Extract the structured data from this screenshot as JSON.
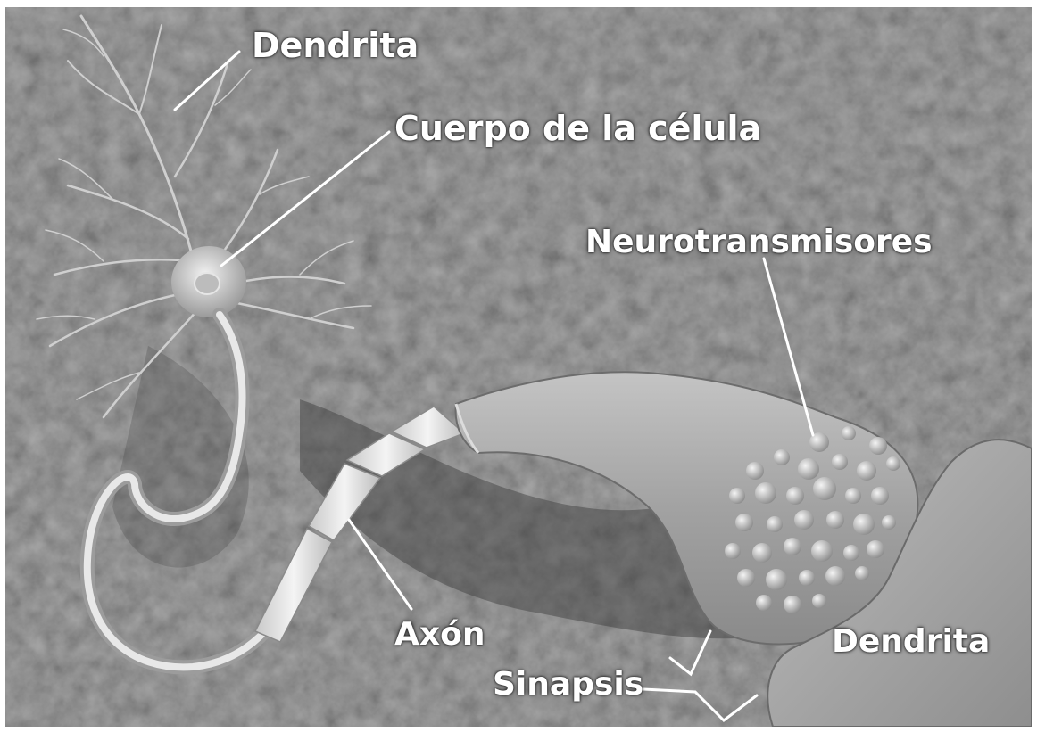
{
  "labels": {
    "dendrite_top": "Dendrita",
    "cell_body": "Cuerpo de la célula",
    "neurotransmitters": "Neurotransmisores",
    "axon": "Axón",
    "dendrite_bottom": "Dendrita",
    "synapse": "Sinapsis"
  },
  "colors": {
    "background": "#585858",
    "label_text": "#ffffff",
    "neuron": "#d4d4d4",
    "terminal": "#a9a9a9"
  }
}
